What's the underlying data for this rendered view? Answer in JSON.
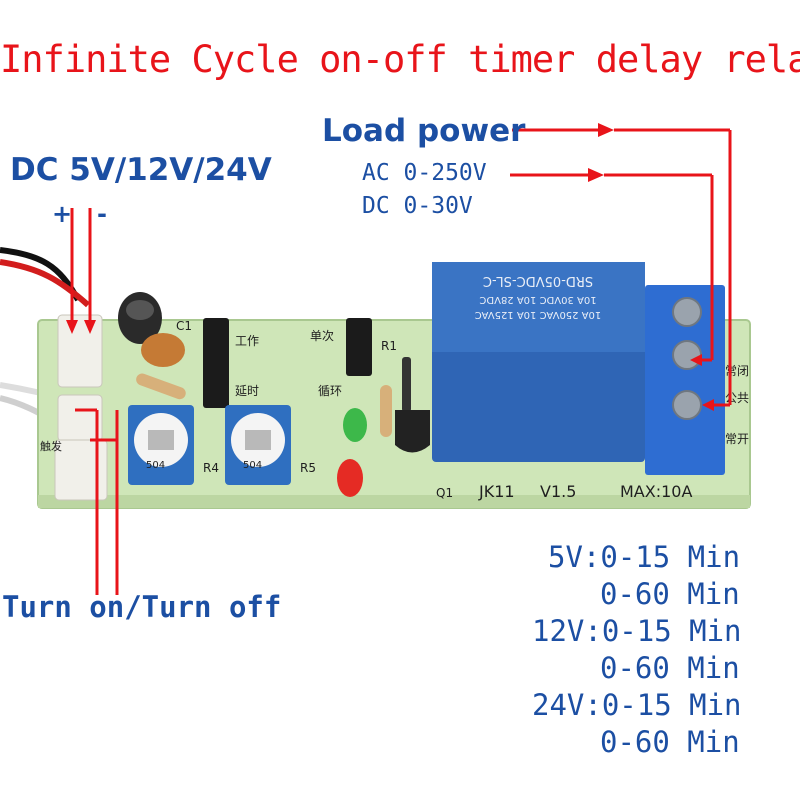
{
  "title": "Infinite Cycle on-off timer delay relay",
  "power_input": {
    "label": "DC 5V/12V/24V",
    "plus": "+",
    "minus": "-"
  },
  "load_power": {
    "label": "Load power",
    "ac": "AC 0-250V",
    "dc": "DC 0-30V"
  },
  "switch_label": "Turn on/Turn off",
  "board": {
    "relay_text_1": "SRD-05VDC-SL-C",
    "relay_text_2": "10A 250VAC 10A 125VAC",
    "relay_text_3": "10A 30VDC 10A 28VDC",
    "model": "JK11",
    "version": "V1.5",
    "max": "MAX:10A",
    "q1": "Q1",
    "r1": "R1",
    "r4": "R4",
    "r5": "R5",
    "c1": "C1",
    "pot_left": "504",
    "pot_right": "504",
    "cn_single": "单次",
    "cn_work": "工作",
    "cn_cycle": "循环",
    "cn_delay": "延时",
    "cn_nc": "常闭",
    "cn_com": "公共",
    "cn_no": "常开",
    "cn_trigger": "触发"
  },
  "timing": [
    "5V:0-15 Min",
    "0-60 Min",
    "12V:0-15 Min",
    "0-60 Min",
    "24V:0-15 Min",
    "0-60 Min"
  ],
  "colors": {
    "title_red": "#e8141a",
    "label_blue": "#1c4fa3",
    "pcb_green": "#cfe6b8",
    "relay_blue": "#2f65b5"
  }
}
